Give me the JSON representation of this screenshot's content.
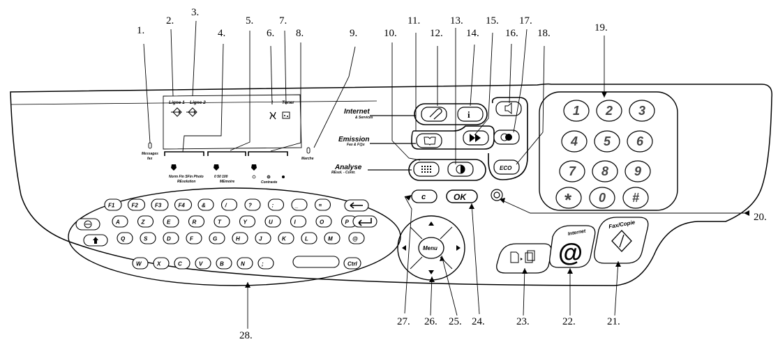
{
  "callouts": [
    "1.",
    "2.",
    "3.",
    "4.",
    "5.",
    "6.",
    "7.",
    "8.",
    "9.",
    "10.",
    "11.",
    "12.",
    "13.",
    "14.",
    "15.",
    "16.",
    "17.",
    "18.",
    "19.",
    "20.",
    "21.",
    "22.",
    "23.",
    "24.",
    "25.",
    "26.",
    "27.",
    "28."
  ],
  "display": {
    "ligne1": "Ligne 1",
    "ligne2": "Ligne 2",
    "excl": "!",
    "toner": "Toner",
    "resolution_opts": "Norm  Fin  SFin Photo",
    "resolution": "REsolution",
    "memoire_opts": "0      50     100",
    "memoire": "MEmoire",
    "contraste": "Contraste",
    "messages": "Messages",
    "fax": "fax",
    "marche": "Marche"
  },
  "modes": {
    "internet": "Internet",
    "internet_sub": "& Services",
    "emission": "Emission",
    "emission_sub": "Fax & F@x",
    "analyse": "Analyse",
    "analyse_sub": "REsol. - Contr."
  },
  "buttons": {
    "eco": "ECO",
    "c": "c",
    "ok": "OK",
    "menu": "Menu",
    "internet": "Internet",
    "at": "@",
    "faxcopie": "Fax/Copie"
  },
  "numpad": [
    "1",
    "2",
    "3",
    "4",
    "5",
    "6",
    "7",
    "8",
    "9",
    "*",
    "0",
    "#"
  ],
  "keyboard": {
    "row1": [
      "F1",
      "F2",
      "F3",
      "F4",
      "&",
      "/",
      "?",
      ":",
      "_",
      "="
    ],
    "row2": [
      "A",
      "Z",
      "E",
      "R",
      "T",
      "Y",
      "U",
      "I",
      "O",
      "P"
    ],
    "row3": [
      "Q",
      "S",
      "D",
      "F",
      "G",
      "H",
      "J",
      "K",
      "L",
      "M",
      "@"
    ],
    "row4": [
      "W",
      "X",
      "C",
      "V",
      "B",
      "N",
      ";",
      "Ctrl"
    ]
  },
  "colors": {
    "ink": "#000000",
    "paper": "#ffffff",
    "key_text": "#444444"
  }
}
